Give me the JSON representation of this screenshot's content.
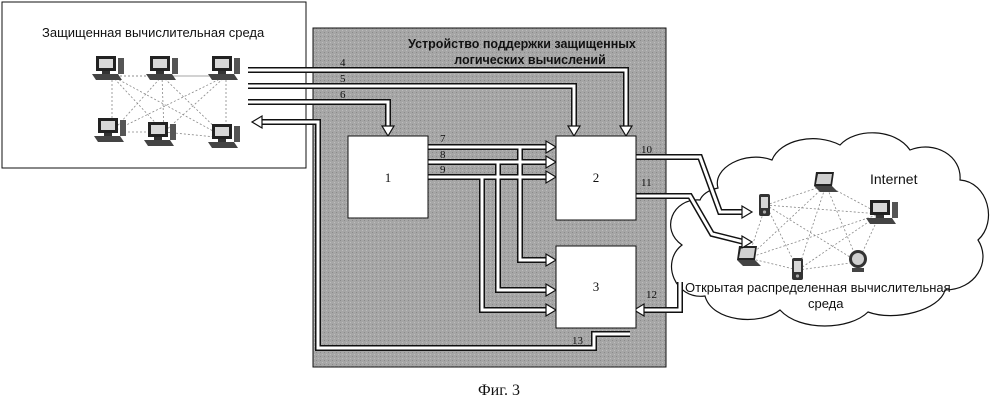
{
  "secure_env": {
    "title": "Защищенная вычислительная среда"
  },
  "device": {
    "title_line1": "Устройство поддержки защищенных",
    "title_line2": "логических вычислений"
  },
  "blocks": {
    "b1": "1",
    "b2": "2",
    "b3": "3"
  },
  "link_numbers": {
    "n4": "4",
    "n5": "5",
    "n6": "6",
    "n7": "7",
    "n8": "8",
    "n9": "9",
    "n10": "10",
    "n11": "11",
    "n12": "12",
    "n13": "13"
  },
  "open_env": {
    "cloud_label": "Internet",
    "title_line1": "Открытая распределенная вычислительная",
    "title_line2": "среда"
  },
  "caption": "Фиг. 3",
  "icons": {
    "secure_nodes": [
      "desktop-computer-icon",
      "desktop-computer-icon",
      "desktop-computer-icon",
      "desktop-computer-icon",
      "desktop-computer-icon",
      "desktop-computer-icon"
    ],
    "open_nodes": [
      "laptop-icon",
      "pda-icon",
      "desktop-computer-icon",
      "laptop-icon",
      "pda-icon",
      "monitor-icon"
    ]
  },
  "colors": {
    "device_fill": "#a9a9a9",
    "line": "#111111",
    "background": "#ffffff"
  }
}
